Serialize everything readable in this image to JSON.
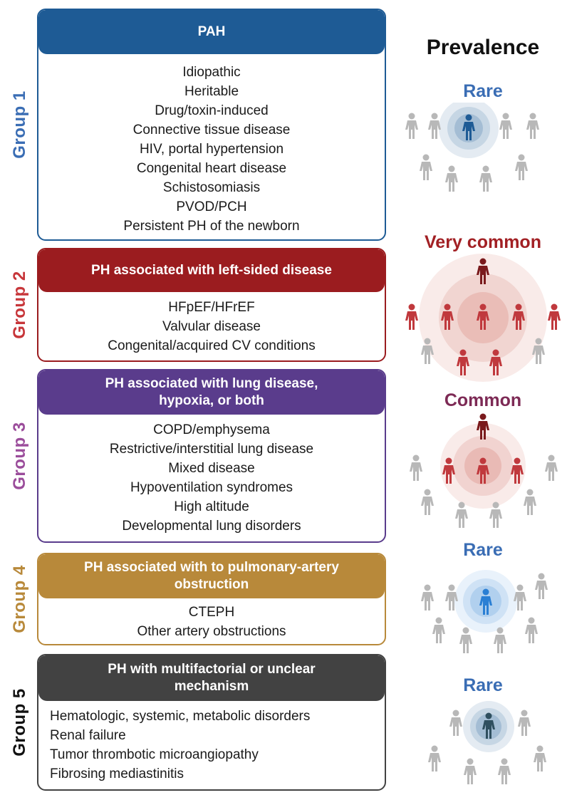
{
  "prevalence_title": "Prevalence",
  "colors": {
    "g1": "#1e5b95",
    "g2": "#9b1c1f",
    "g3": "#5a3c8c",
    "g4": "#b8893a",
    "g5": "#424242",
    "person_gray": "#b8b8b8"
  },
  "groups": [
    {
      "label": "Group 1",
      "label_color": "#3a6db4",
      "header": "PAH",
      "color": "#1e5b95",
      "items": [
        "Idiopathic",
        "Heritable",
        "Drug/toxin-induced",
        "Connective tissue disease",
        "HIV, portal hypertension",
        "Congenital heart disease",
        "Schistosomiasis",
        "PVOD/PCH",
        "Persistent PH of the newborn"
      ],
      "prevalence": "Rare",
      "prevalence_color": "#3a6db4"
    },
    {
      "label": "Group 2",
      "label_color": "#c7363a",
      "header": "PH associated with left-sided disease",
      "color": "#9b1c1f",
      "items": [
        "HFpEF/HFrEF",
        "Valvular disease",
        "Congenital/acquired CV conditions"
      ],
      "prevalence": "Very common",
      "prevalence_color": "#a22024"
    },
    {
      "label": "Group 3",
      "label_color": "#9b4d9b",
      "header_lines": [
        "PH associated with lung disease,",
        "hypoxia, or both"
      ],
      "color": "#5a3c8c",
      "items": [
        "COPD/emphysema",
        "Restrictive/interstitial lung disease",
        "Mixed disease",
        "Hypoventilation syndromes",
        "High altitude",
        "Developmental lung disorders"
      ],
      "prevalence": "Common",
      "prevalence_color": "#7d2a55"
    },
    {
      "label": "Group 4",
      "label_color": "#b8893a",
      "header_lines": [
        "PH associated with to pulmonary-artery",
        "obstruction"
      ],
      "color": "#b8893a",
      "items": [
        "CTEPH",
        "Other artery obstructions"
      ],
      "prevalence": "Rare",
      "prevalence_color": "#3a6db4"
    },
    {
      "label": "Group 5",
      "label_color": "#111111",
      "header_lines": [
        "PH with multifactorial or unclear",
        "mechanism"
      ],
      "color": "#424242",
      "items": [
        "Hematologic, systemic, metabolic disorders",
        "Renal failure",
        "Tumor thrombotic microangiopathy",
        "Fibrosing mediastinitis"
      ],
      "prevalence": "Rare",
      "prevalence_color": "#3a6db4"
    }
  ]
}
